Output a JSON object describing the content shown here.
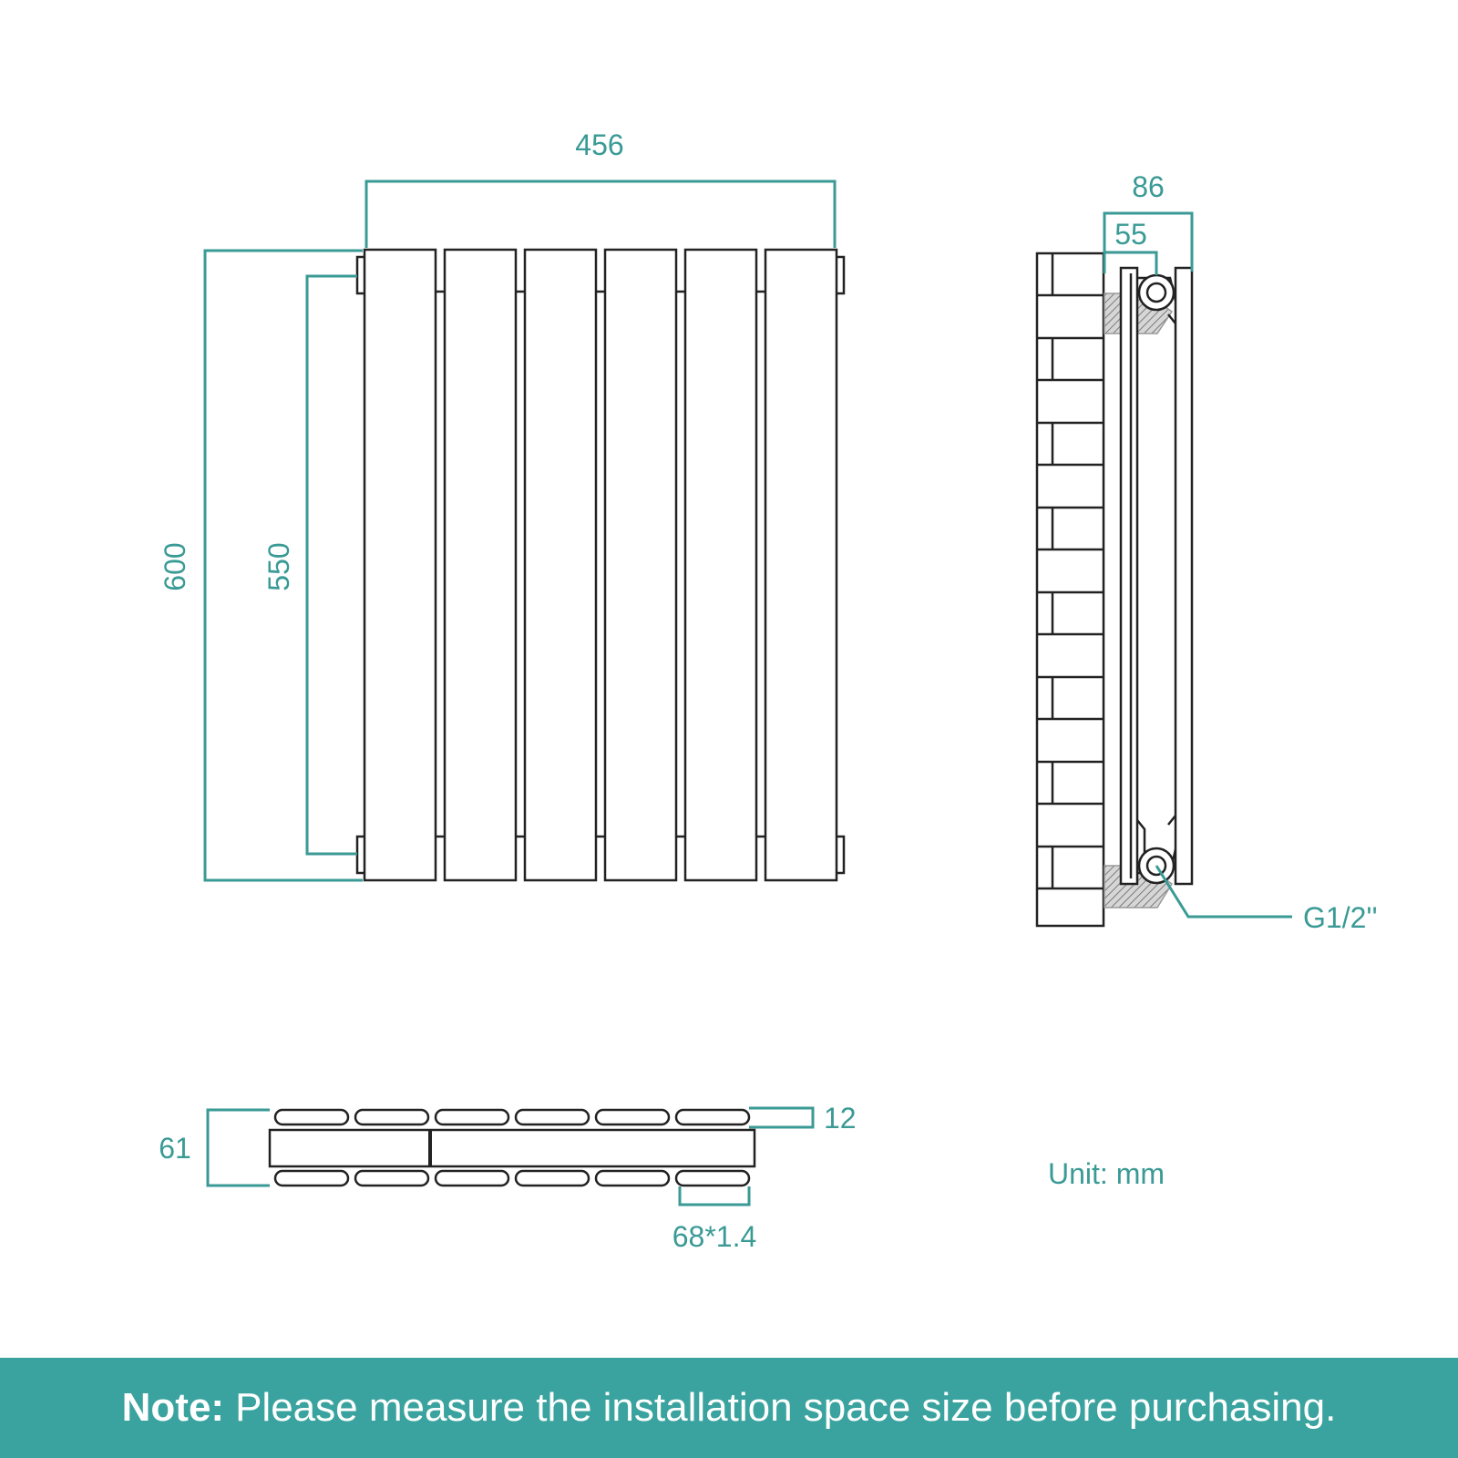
{
  "front_view": {
    "width_label": "456",
    "height_label": "600",
    "center_label": "550"
  },
  "side_view": {
    "depth_label": "86",
    "inner_label": "55",
    "connection_label": "G1/2''"
  },
  "top_view": {
    "depth_label": "61",
    "gap_label": "12",
    "tube_label": "68*1.4"
  },
  "unit_label": "Unit: mm",
  "note": {
    "label": "Note:",
    "text": "Please measure the installation space size before purchasing."
  },
  "colors": {
    "accent": "#3a9a95",
    "banner": "#3aa39f",
    "line": "#222222"
  }
}
